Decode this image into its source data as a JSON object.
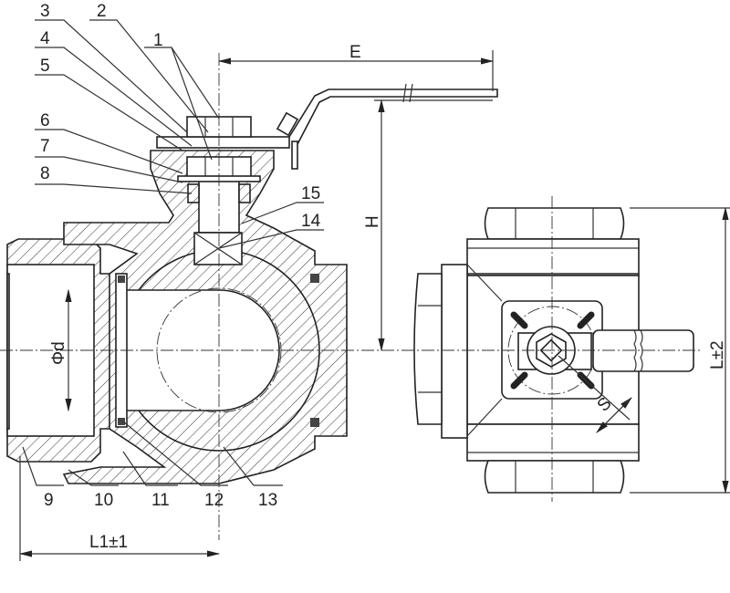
{
  "drawing": {
    "part_numbers": [
      "1",
      "2",
      "3",
      "4",
      "5",
      "6",
      "7",
      "8",
      "9",
      "10",
      "11",
      "12",
      "13",
      "14",
      "15"
    ],
    "dimensions": {
      "handle_length": "E",
      "height": "H",
      "bore_diameter": "Φd",
      "half_length": "L1±1",
      "length": "L±2",
      "wrench_size": "S"
    }
  }
}
